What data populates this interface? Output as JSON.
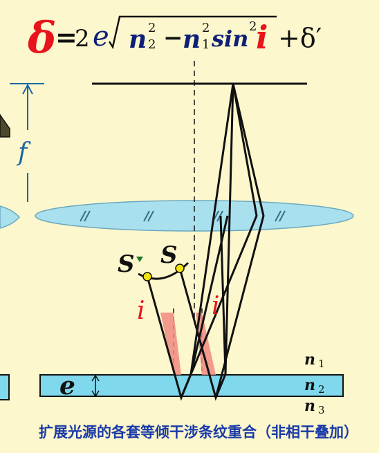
{
  "formula": {
    "delta": "δ",
    "equals": "=",
    "coef": "2",
    "thickness": "e",
    "n2": "n",
    "n2_sub": "2",
    "n2_sup": "2",
    "minus": "−",
    "n1": "n",
    "n1_sub": "1",
    "n1_sup": "2",
    "sin": "sin",
    "sin_sup": "2",
    "angle": "i",
    "plus_term": "+δ′"
  },
  "labels": {
    "focal": "f",
    "source_prime": "S",
    "source": "S",
    "incidence_left": "i",
    "incidence_right": "i",
    "film_thickness": "e",
    "n1": "n",
    "n1_sub": "1",
    "n2": "n",
    "n2_sub": "2",
    "n3": "n",
    "n3_sub": "3"
  },
  "caption": "扩展光源的各套等倾干涉条纹重合（非相干叠加）",
  "colors": {
    "background": "#fcf7cc",
    "lens": "#a9e0ee",
    "film": "#7fd8ec",
    "angle_fill": "#f08a80",
    "source_dot": "#f2e40a",
    "delta_red": "#e8141c",
    "caption_blue": "#1a3aa8"
  }
}
